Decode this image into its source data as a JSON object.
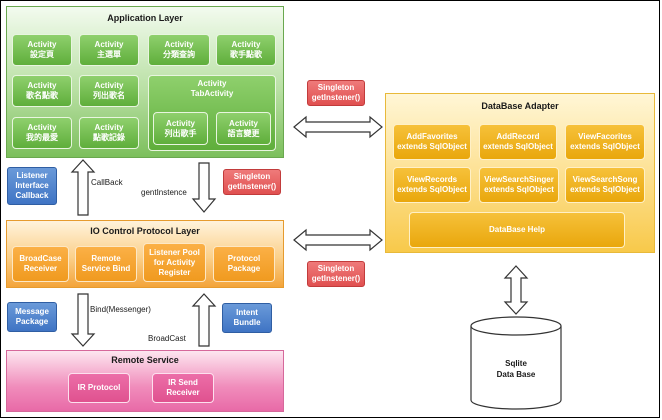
{
  "application_layer": {
    "title": "Application Layer",
    "boxes": [
      {
        "line1": "Activity",
        "line2": "設定頁"
      },
      {
        "line1": "Activity",
        "line2": "主選單"
      },
      {
        "line1": "Activity",
        "line2": "分類查詢"
      },
      {
        "line1": "Activity",
        "line2": "歌手點歌"
      },
      {
        "line1": "Activity",
        "line2": "歌名點歌"
      },
      {
        "line1": "Activity",
        "line2": "列出歌名"
      },
      {
        "line1": "Activity",
        "line2": "我的最愛"
      },
      {
        "line1": "Activity",
        "line2": "點歌記錄"
      }
    ],
    "tab_activity": {
      "line1": "Activity",
      "line2": "TabActivity",
      "children": [
        {
          "line1": "Activity",
          "line2": "列出歌手"
        },
        {
          "line1": "Activity",
          "line2": "語言變更"
        }
      ]
    }
  },
  "io_layer": {
    "title": "IO Control Protocol Layer",
    "boxes": [
      {
        "line1": "BroadCase",
        "line2": "Receiver",
        "line3": ""
      },
      {
        "line1": "Remote",
        "line2": "Service Bind",
        "line3": ""
      },
      {
        "line1": "Listener Pool",
        "line2": "for Activity",
        "line3": "Register"
      },
      {
        "line1": "Protocol",
        "line2": "Package",
        "line3": ""
      }
    ]
  },
  "remote_service": {
    "title": "Remote Service",
    "boxes": [
      {
        "line1": "IR Protocol",
        "line2": ""
      },
      {
        "line1": "IR Send",
        "line2": "Receiver"
      }
    ]
  },
  "side_boxes": {
    "listener_callback": {
      "line1": "Listener",
      "line2": "Interface",
      "line3": "Callback"
    },
    "message_package": {
      "line1": "Message",
      "line2": "Package"
    },
    "intent_bundle": {
      "line1": "Intent",
      "line2": "Bundle"
    }
  },
  "singletons": [
    {
      "line1": "Singleton",
      "line2": "getInstener()"
    },
    {
      "line1": "Singleton",
      "line2": "getInstener()"
    },
    {
      "line1": "Singleton",
      "line2": "getInstener()"
    }
  ],
  "arrow_labels": {
    "callback": "CallBack",
    "get_instence": "gentInstence",
    "bind_messenger": "Bind(Messenger)",
    "broadcast": "BroadCast"
  },
  "database_adapter": {
    "title": "DataBase Adapter",
    "boxes": [
      {
        "line1": "AddFavorites",
        "line2": "extends SqlObject"
      },
      {
        "line1": "AddRecord",
        "line2": "extends SqlObject"
      },
      {
        "line1": "ViewFacorites",
        "line2": "extends SqlObject"
      },
      {
        "line1": "ViewRecords",
        "line2": "extends SqlObject"
      },
      {
        "line1": "ViewSearchSinger",
        "line2": "extends SqlObject"
      },
      {
        "line1": "ViewSearchSong",
        "line2": "extends SqlObject"
      }
    ],
    "help": "DataBase Help"
  },
  "database": {
    "line1": "Sqlite",
    "line2": "Data Base"
  }
}
